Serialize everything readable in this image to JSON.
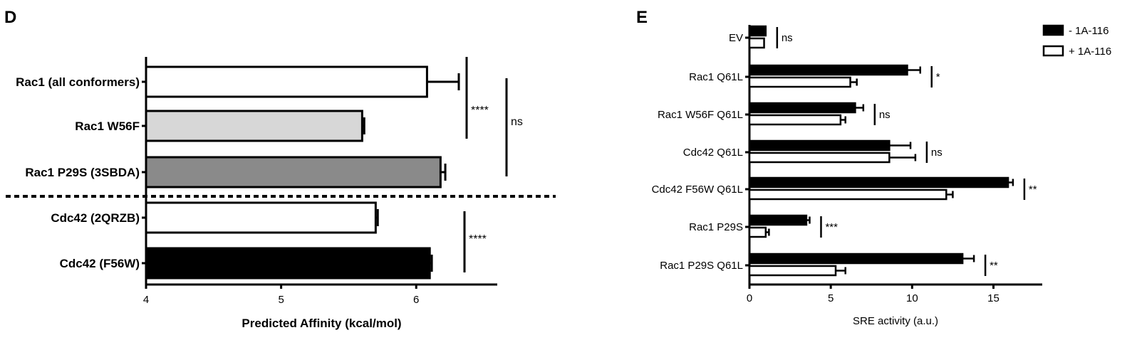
{
  "panels": {
    "D": "D",
    "E": "E"
  },
  "colors": {
    "white": "#ffffff",
    "light_gray": "#d7d7d7",
    "dark_gray": "#8a8a8a",
    "black": "#000000"
  },
  "chart_data": [
    {
      "type": "bar",
      "orientation": "horizontal",
      "panel": "D",
      "title": "",
      "xlabel": "Predicted Affinity (kcal/mol)",
      "ylabel": "",
      "xlim": [
        4,
        6.6
      ],
      "xticks": [
        4,
        5,
        6
      ],
      "categories": [
        "Rac1 (all conformers)",
        "Rac1 W56F",
        "Rac1 P29S (3SBDA)",
        "Cdc42 (2QRZB)",
        "Cdc42 (F56W)"
      ],
      "values": [
        6.08,
        5.6,
        6.18,
        5.7,
        6.1
      ],
      "errors": [
        0.23,
        0.01,
        0.03,
        0.01,
        0.01
      ],
      "bar_colors": [
        "white",
        "light_gray",
        "dark_gray",
        "white",
        "black"
      ],
      "separator_after_index": 2,
      "separator_style": "dotted",
      "significance": [
        {
          "from": 0,
          "to": 2,
          "label": "****"
        },
        {
          "from": 0,
          "to": 2,
          "label": "ns",
          "outer": true
        },
        {
          "from": 3,
          "to": 4,
          "label": "****"
        }
      ]
    },
    {
      "type": "bar",
      "orientation": "horizontal",
      "panel": "E",
      "title": "",
      "xlabel": "SRE activity (a.u.)",
      "ylabel": "",
      "xlim": [
        0,
        18
      ],
      "xticks": [
        0,
        5,
        10,
        15
      ],
      "categories": [
        "EV",
        "Rac1 Q61L",
        "Rac1 W56F Q61L",
        "Cdc42 Q61L",
        "Cdc42 F56W Q61L",
        "Rac1 P29S",
        "Rac1 P29S Q61L"
      ],
      "series": [
        {
          "name": "- 1A-116",
          "color": "black",
          "values": [
            1.0,
            9.7,
            6.5,
            8.6,
            15.9,
            3.5,
            13.1
          ],
          "errors": [
            0.0,
            0.8,
            0.5,
            1.3,
            0.3,
            0.2,
            0.7
          ]
        },
        {
          "name": "+ 1A-116",
          "color": "white",
          "values": [
            0.9,
            6.2,
            5.6,
            8.6,
            12.1,
            1.0,
            5.3
          ],
          "errors": [
            0.0,
            0.4,
            0.3,
            1.6,
            0.4,
            0.2,
            0.6
          ]
        }
      ],
      "significance": [
        "ns",
        "*",
        "ns",
        "ns",
        "**",
        "***",
        "**"
      ],
      "legend_position": "top-right"
    }
  ]
}
